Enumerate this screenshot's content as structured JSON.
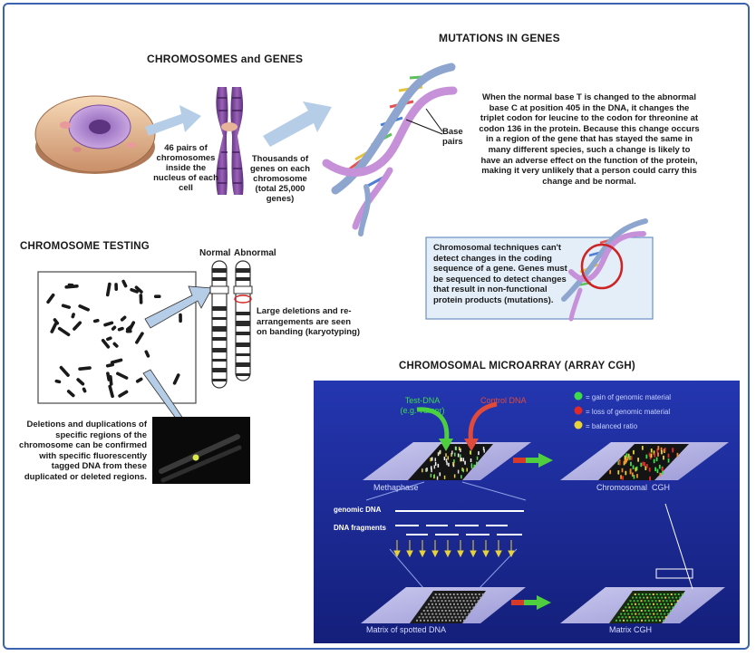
{
  "chromosomes_genes": {
    "title": "CHROMOSOMES and GENES",
    "cell_label": "46 pairs of chromosomes inside the nucleus of each cell",
    "genes_label": "Thousands of genes on each chromosome (total 25,000 genes)"
  },
  "mutations": {
    "title": "MUTATIONS IN GENES",
    "base_pairs_label": "Base pairs",
    "description": "When the normal base T is changed to the abnormal base C at position 405 in the DNA, it changes the triplet codon for leucine to the codon for threonine at codon 136 in the protein.  Because this change occurs in a region of the gene that has stayed the same in many different species, such a change is likely to have an adverse effect on the function of the protein, making it very unlikely that a person could carry this change and be normal."
  },
  "chromosome_testing": {
    "title": "CHROMOSOME TESTING",
    "normal_label": "Normal",
    "abnormal_label": "Abnormal",
    "karyotyping_label": "Large deletions and re-arrangements are seen on banding (karyotyping)",
    "fish_label": "Deletions and duplications of specific regions of the chromosome can be confirmed with specific fluorescently tagged DNA from these duplicated or deleted regions."
  },
  "techniques_note": "Chromosomal techniques can't detect changes in the coding sequence of a gene. Genes must be sequenced to detect changes that result in non-functional protein products (mutations).",
  "microarray": {
    "title": "CHROMOSOMAL MICROARRAY (ARRAY CGH)",
    "test_dna": "Test-DNA",
    "test_dna_example": "(e.g. Tumor)",
    "control_dna": "Control DNA",
    "legend": [
      {
        "label": "= gain of genomic material",
        "color": "#3ddc4a"
      },
      {
        "label": "= loss of genomic material",
        "color": "#e02a2a"
      },
      {
        "label": "= balanced ratio",
        "color": "#e8d23a"
      }
    ],
    "methaphase_label": "Methaphase",
    "chromosomal_cgh_label": "Chromosomal  CGH",
    "genomic_dna_label": "genomic DNA",
    "dna_fragments_label": "DNA fragments",
    "spotted_dna_label": "Matrix of spotted DNA",
    "matrix_cgh_label": "Matrix CGH"
  },
  "colors": {
    "frame": "#3d63b0",
    "panel": "#1d2f9c",
    "note_bg": "#e3eef8",
    "arrow": "#b6cde8"
  }
}
